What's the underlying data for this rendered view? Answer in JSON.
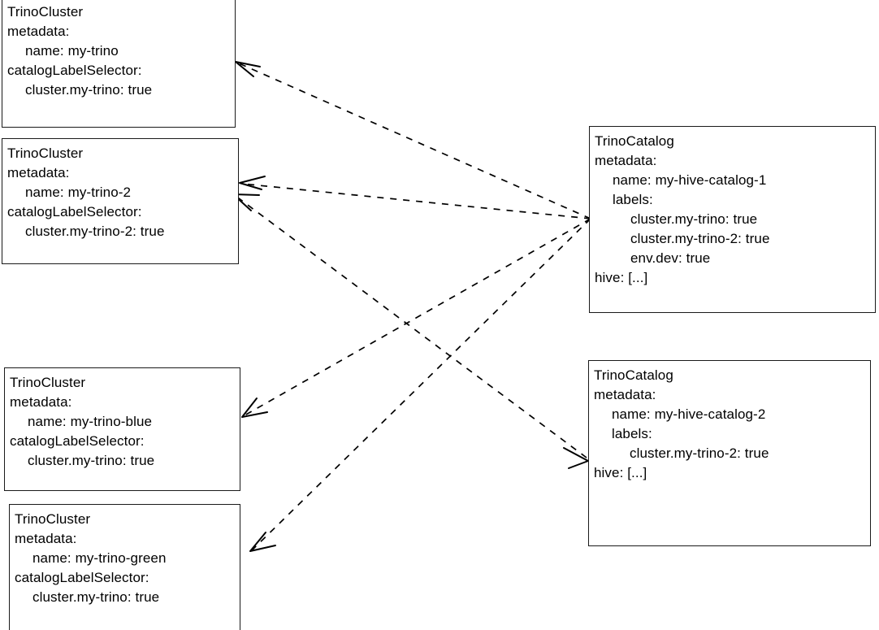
{
  "diagram": {
    "title": "TrinoCluster catalogLabelSelector to TrinoCatalog labels matching",
    "type": "relationship-diagram",
    "edge_style": "dashed-open-arrow",
    "edge_color": "#000000",
    "node_border_color": "#1a1a1a",
    "node_fill_color": "#ffffff"
  },
  "nodes": [
    {
      "id": "cluster-my-trino",
      "kind": "TrinoCluster",
      "lines": [
        {
          "text": "TrinoCluster",
          "indent": 0
        },
        {
          "text": "metadata:",
          "indent": 0
        },
        {
          "text": "name: my-trino",
          "indent": 1
        },
        {
          "text": "catalogLabelSelector:",
          "indent": 0
        },
        {
          "text": "cluster.my-trino: true",
          "indent": 1
        }
      ]
    },
    {
      "id": "cluster-my-trino-2",
      "kind": "TrinoCluster",
      "lines": [
        {
          "text": "TrinoCluster",
          "indent": 0
        },
        {
          "text": "metadata:",
          "indent": 0
        },
        {
          "text": "name: my-trino-2",
          "indent": 1
        },
        {
          "text": "catalogLabelSelector:",
          "indent": 0
        },
        {
          "text": "cluster.my-trino-2: true",
          "indent": 1
        }
      ]
    },
    {
      "id": "cluster-my-trino-blue",
      "kind": "TrinoCluster",
      "lines": [
        {
          "text": "TrinoCluster",
          "indent": 0
        },
        {
          "text": "metadata:",
          "indent": 0
        },
        {
          "text": "name: my-trino-blue",
          "indent": 1
        },
        {
          "text": "catalogLabelSelector:",
          "indent": 0
        },
        {
          "text": "cluster.my-trino: true",
          "indent": 1
        }
      ]
    },
    {
      "id": "cluster-my-trino-green",
      "kind": "TrinoCluster",
      "lines": [
        {
          "text": "TrinoCluster",
          "indent": 0
        },
        {
          "text": "metadata:",
          "indent": 0
        },
        {
          "text": "name: my-trino-green",
          "indent": 1
        },
        {
          "text": "catalogLabelSelector:",
          "indent": 0
        },
        {
          "text": "cluster.my-trino: true",
          "indent": 1
        }
      ]
    },
    {
      "id": "catalog-my-hive-catalog-1",
      "kind": "TrinoCatalog",
      "lines": [
        {
          "text": "TrinoCatalog",
          "indent": 0
        },
        {
          "text": "metadata:",
          "indent": 0
        },
        {
          "text": "name: my-hive-catalog-1",
          "indent": 1
        },
        {
          "text": "labels:",
          "indent": 1
        },
        {
          "text": "cluster.my-trino: true",
          "indent": 2
        },
        {
          "text": "cluster.my-trino-2: true",
          "indent": 2
        },
        {
          "text": "env.dev: true",
          "indent": 2
        },
        {
          "text": "hive: [...]",
          "indent": 0
        }
      ]
    },
    {
      "id": "catalog-my-hive-catalog-2",
      "kind": "TrinoCatalog",
      "lines": [
        {
          "text": "TrinoCatalog",
          "indent": 0
        },
        {
          "text": "metadata:",
          "indent": 0
        },
        {
          "text": "name: my-hive-catalog-2",
          "indent": 1
        },
        {
          "text": "labels:",
          "indent": 1
        },
        {
          "text": "cluster.my-trino-2: true",
          "indent": 2
        },
        {
          "text": "hive: [...]",
          "indent": 0
        }
      ]
    }
  ],
  "edges": [
    {
      "from": "catalog-my-hive-catalog-1",
      "to": "cluster-my-trino"
    },
    {
      "from": "catalog-my-hive-catalog-1",
      "to": "cluster-my-trino-2"
    },
    {
      "from": "catalog-my-hive-catalog-1",
      "to": "cluster-my-trino-blue"
    },
    {
      "from": "catalog-my-hive-catalog-1",
      "to": "cluster-my-trino-green"
    },
    {
      "from": "catalog-my-hive-catalog-2",
      "to": "cluster-my-trino-2"
    }
  ]
}
